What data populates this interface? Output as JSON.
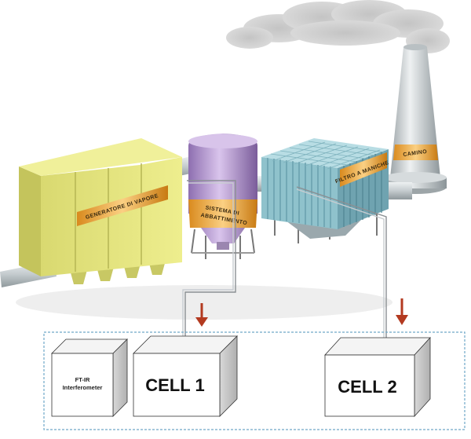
{
  "labels": {
    "steam_generator": "GENERATORE DI VAPORE",
    "abatement_line1": "SISTEMA DI",
    "abatement_line2": "ABBATTIMENTO",
    "bag_filter": "FILTRO A MANICHE",
    "stack": "CAMINO",
    "ftir_line1": "FT-IR",
    "ftir_line2": "Interferometer",
    "cell1": "CELL 1",
    "cell2": "CELL 2"
  },
  "colors": {
    "generator": "#e8e87a",
    "abatement_tank": "#b59ad0",
    "bag_filter": "#9ecfd8",
    "stack": "#cfd4d6",
    "band": "#f0a83a",
    "pipe": "#c9cfd2",
    "arrow": "#b33a20",
    "box_border": "#6fa8c8"
  }
}
